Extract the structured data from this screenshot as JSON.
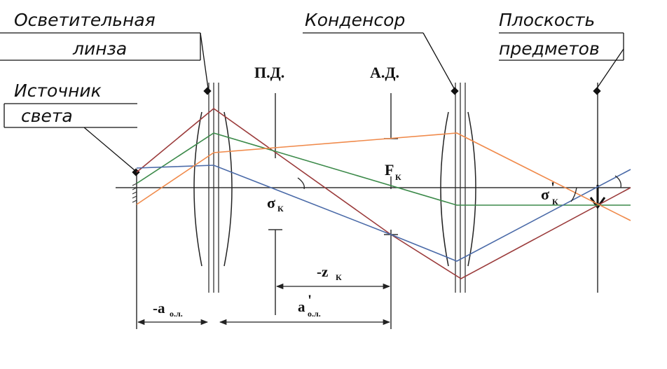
{
  "callouts": {
    "illum_lens_1": "Осветительная",
    "illum_lens_2": "линза",
    "source_1": "Источник",
    "source_2": "света",
    "condenser": "Конденсор",
    "plane_1": "Плоскость",
    "plane_2": "предметов"
  },
  "labels": {
    "field_stop": "П.Д.",
    "aperture_stop": "А.Д.",
    "focus": "F",
    "focus_sub": "К",
    "sigma": "σ",
    "sigma_sub": "К",
    "sigma_prime": "σ",
    "sigma_prime_mark": "'",
    "sigma_prime_sub": "К"
  },
  "dimensions": {
    "a_ol": "-a",
    "a_ol_sub": "о.л.",
    "a_ol_prime": "a",
    "a_ol_prime_mark": "'",
    "a_ol_prime_sub": "о.л.",
    "z_k": "-z",
    "z_k_sub": "К"
  },
  "ray_colors": {
    "red": "#9b3b3b",
    "green": "#3c8a4a",
    "blue": "#4a6aa8",
    "orange": "#f08a4b"
  }
}
